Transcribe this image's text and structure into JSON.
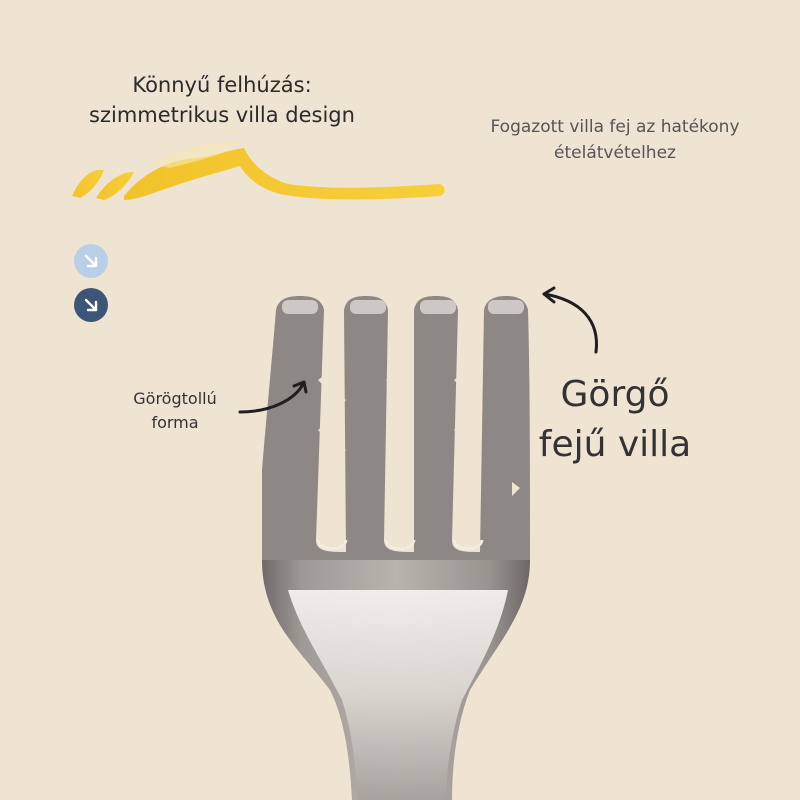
{
  "callouts": {
    "easy_pull": "Könnyű felhúzás:\nszimmetrikus villa design",
    "serrated_head": "Fogazott villa fej az hatékony\nételátvételhez",
    "feather_shape": "Görögtollú\nforma",
    "roller_head_fork": "Görgő\nfejű villa"
  },
  "colors": {
    "background": "#efe3d2",
    "brush_yellow": "#f2c22a",
    "dot_light": "#b9cfe8",
    "dot_dark": "#3d5677",
    "metal": "#8d8886"
  },
  "icons": [
    "arrow-down-right-icon",
    "arrow-down-right-icon"
  ]
}
